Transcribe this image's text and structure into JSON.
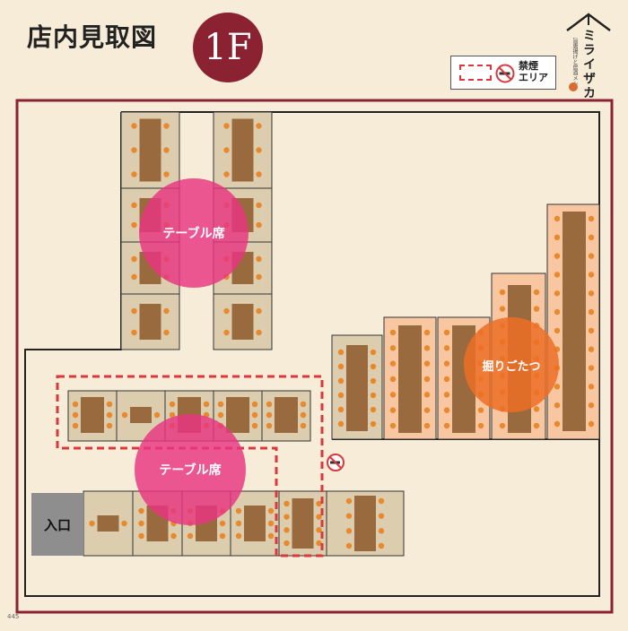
{
  "header": {
    "title": "店内見取図",
    "floor": "1F"
  },
  "legend": {
    "label_line1": "禁煙",
    "label_line2": "エリア",
    "smoke_color": "#d9383e"
  },
  "brand": {
    "name": "ミライザカ",
    "tagline": "旨唐揚げと居酒メシ"
  },
  "areas": {
    "table_seats_upper": "テーブル席",
    "table_seats_lower": "テーブル席",
    "horigotatsu": "掘りごたつ",
    "entrance": "入口"
  },
  "colors": {
    "wall": "#8b2232",
    "booth": "#dccdae",
    "table": "#9a6a3f",
    "seat": "#e8892d",
    "horigotatsu_booth": "#f9c6a2",
    "zone_pink": "#e83580",
    "zone_orange": "#ec6e26",
    "entrance_box": "#8e8e8e"
  },
  "page_number": "445"
}
